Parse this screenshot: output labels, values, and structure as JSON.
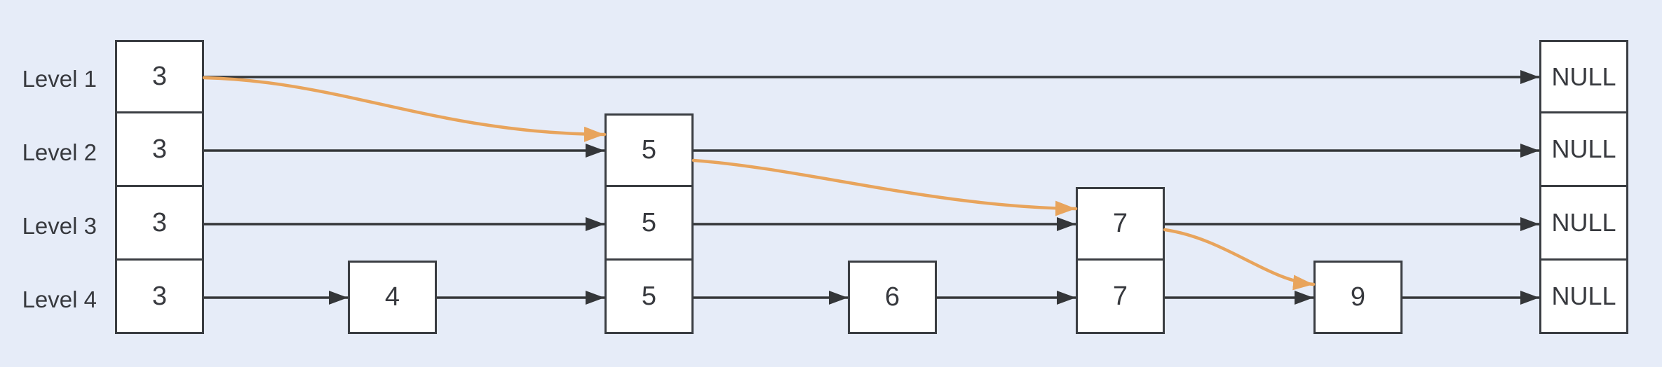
{
  "levels": [
    "Level 1",
    "Level 2",
    "Level 3",
    "Level 4"
  ],
  "nodes": {
    "head": {
      "value": "3",
      "levels": [
        1,
        2,
        3,
        4
      ]
    },
    "n4": {
      "value": "4",
      "levels": [
        4
      ]
    },
    "n5": {
      "value": "5",
      "levels": [
        2,
        3,
        4
      ]
    },
    "n6": {
      "value": "6",
      "levels": [
        4
      ]
    },
    "n7": {
      "value": "7",
      "levels": [
        3,
        4
      ]
    },
    "n9": {
      "value": "9",
      "levels": [
        4
      ]
    },
    "tail": {
      "value": "NULL",
      "levels": [
        1,
        2,
        3,
        4
      ]
    }
  },
  "search_path": {
    "sequence": [
      "3",
      "5",
      "7",
      "9"
    ],
    "color": "#e8a45c"
  },
  "colors": {
    "background": "#e6ecf8",
    "node_fill": "#ffffff",
    "node_border": "#3a3d42",
    "pointer": "#343639",
    "text": "#37393e"
  }
}
